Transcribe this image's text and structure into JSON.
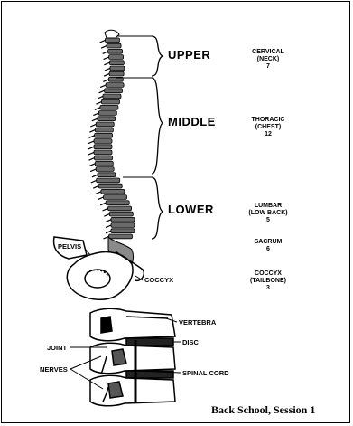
{
  "regions": [
    {
      "name": "UPPER",
      "type": "CERVICAL",
      "type2": "(NECK)",
      "count": "7"
    },
    {
      "name": "MIDDLE",
      "type": "THORACIC",
      "type2": "(CHEST)",
      "count": "12"
    },
    {
      "name": "LOWER",
      "type": "LUMBAR",
      "type2": "(LOW BACK)",
      "count": "5"
    }
  ],
  "sacrum": {
    "type": "SACRUM",
    "count": "6"
  },
  "coccyx": {
    "type": "COCCYX",
    "type2": "(TAILBONE)",
    "count": "3"
  },
  "labels": {
    "pelvis": "PELVIS",
    "coccyx": "COCCYX",
    "vertebra": "VERTEBRA",
    "joint": "JOINT",
    "disc": "DISC",
    "nerves": "NERVES",
    "spinal_cord": "SPINAL CORD"
  },
  "caption": "Back School, Session 1"
}
